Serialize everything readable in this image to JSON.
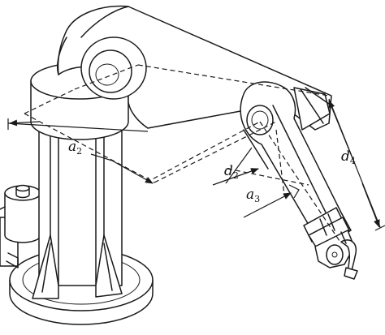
{
  "labels": {
    "a2": {
      "symbol": "a",
      "index": "2"
    },
    "d2": {
      "symbol": "d",
      "index": "2"
    },
    "a3": {
      "symbol": "a",
      "index": "3"
    },
    "d4": {
      "symbol": "d",
      "index": "4"
    }
  }
}
